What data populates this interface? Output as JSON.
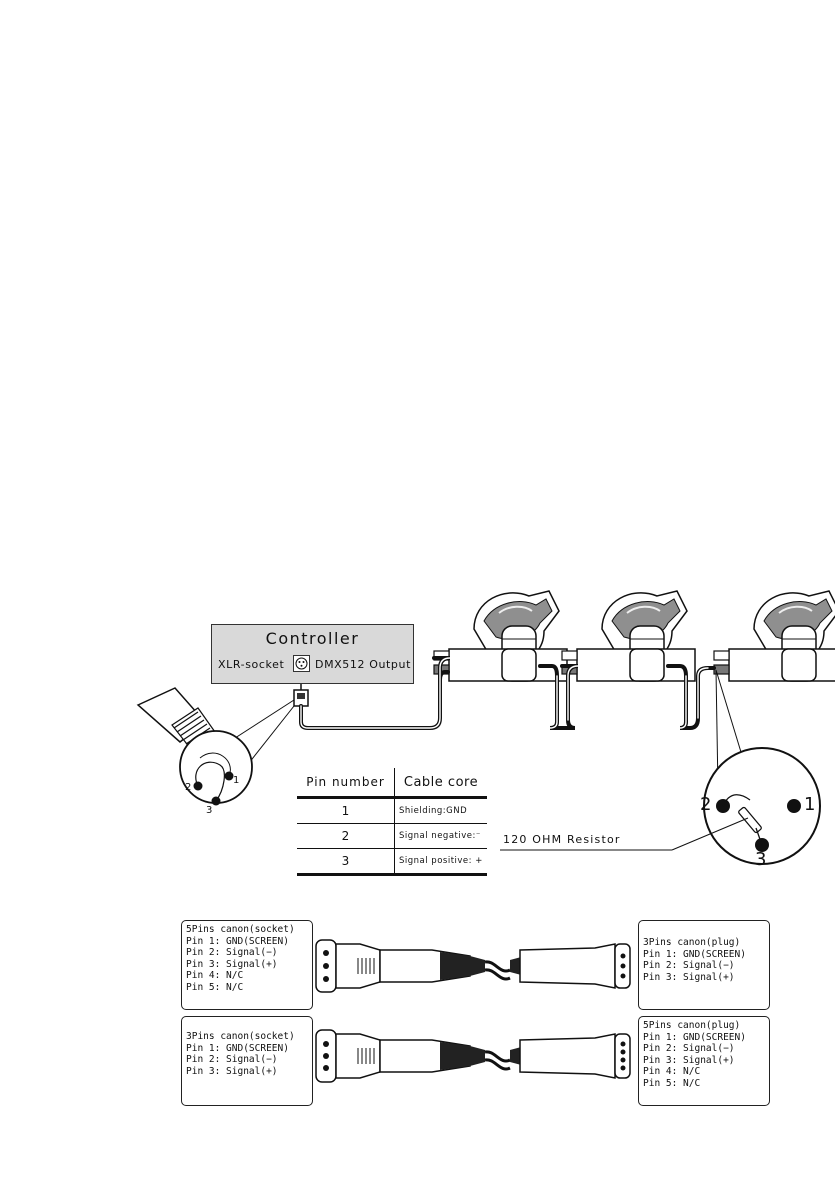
{
  "controller": {
    "title": "Controller",
    "socket_label": "XLR-socket",
    "output_label": "DMX512 Output"
  },
  "pin_table": {
    "headers": [
      "Pin number",
      "Cable core"
    ],
    "rows": [
      {
        "pin": "1",
        "core": "Shielding:GND"
      },
      {
        "pin": "2",
        "core": "Signal negative:⁻"
      },
      {
        "pin": "3",
        "core": "Signal positive: +"
      }
    ]
  },
  "resistor_label": "120 OHM Resistor",
  "connector_small_pins": [
    "1",
    "2",
    "3"
  ],
  "connector_large_pins": [
    "2",
    "1",
    "3"
  ],
  "wiring_boxes": [
    {
      "lines": [
        "5Pins canon(socket)",
        "Pin 1: GND(SCREEN)",
        "Pin 2: Signal(−)",
        "Pin 3: Signal(+)",
        "Pin 4: N/C",
        "Pin 5: N/C"
      ]
    },
    {
      "lines": [
        "3Pins canon(plug)",
        "Pin 1: GND(SCREEN)",
        "Pin 2: Signal(−)",
        "Pin 3: Signal(+)"
      ]
    },
    {
      "lines": [
        "3Pins canon(socket)",
        "Pin 1: GND(SCREEN)",
        "Pin 2: Signal(−)",
        "Pin 3: Signal(+)"
      ]
    },
    {
      "lines": [
        "5Pins canon(plug)",
        "Pin 1: GND(SCREEN)",
        "Pin 2: Signal(−)",
        "Pin 3: Signal(+)",
        "Pin 4: N/C",
        "Pin 5: N/C"
      ]
    }
  ],
  "colors": {
    "controller_fill": "#d9d9d9",
    "line": "#111111",
    "fixture_shade": "#9a9a9a"
  }
}
